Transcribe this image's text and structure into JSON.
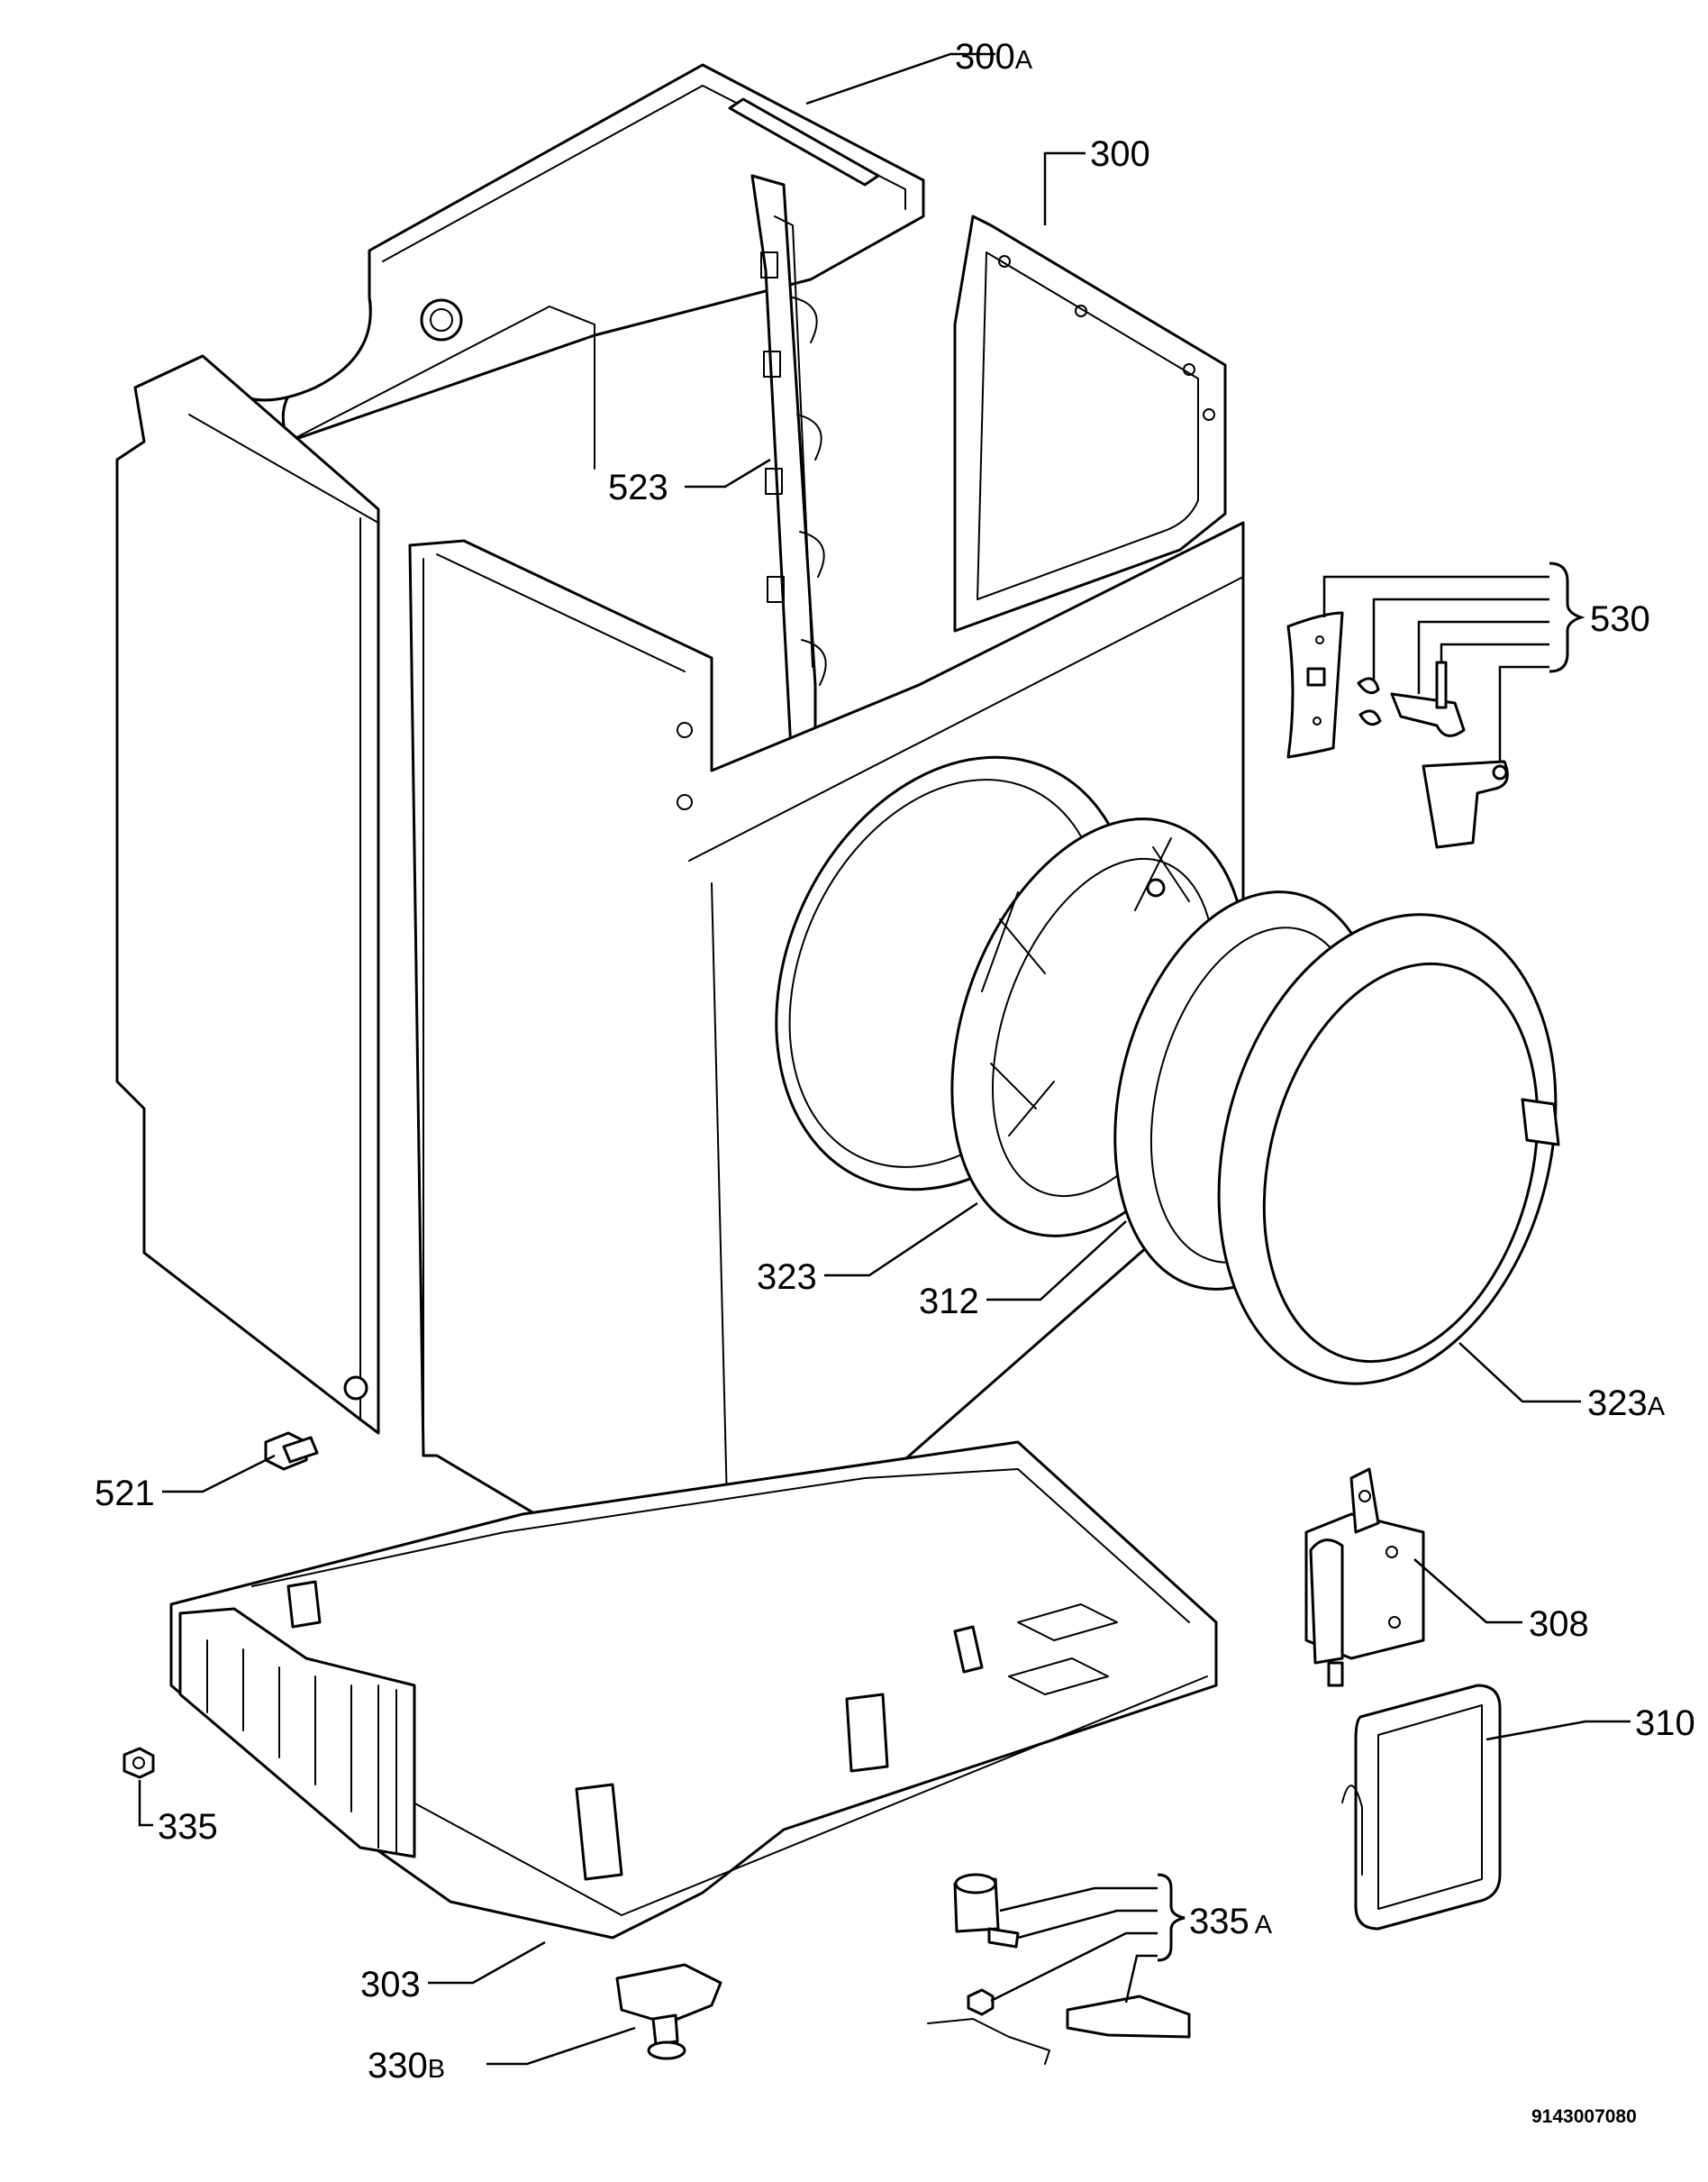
{
  "callouts": {
    "p300A": "300",
    "p300A_suffix": "A",
    "p300": "300",
    "p523": "523",
    "p530": "530",
    "p323": "323",
    "p312": "312",
    "p323A": "323",
    "p323A_suffix": "A",
    "p521": "521",
    "p308": "308",
    "p310": "310",
    "p335": "335",
    "p335A": "335",
    "p335A_suffix": "A",
    "p303": "303",
    "p330B": "330",
    "p330B_suffix": "B"
  },
  "document_number": "9143007080",
  "colors": {
    "line": "#000000",
    "background": "#ffffff"
  }
}
